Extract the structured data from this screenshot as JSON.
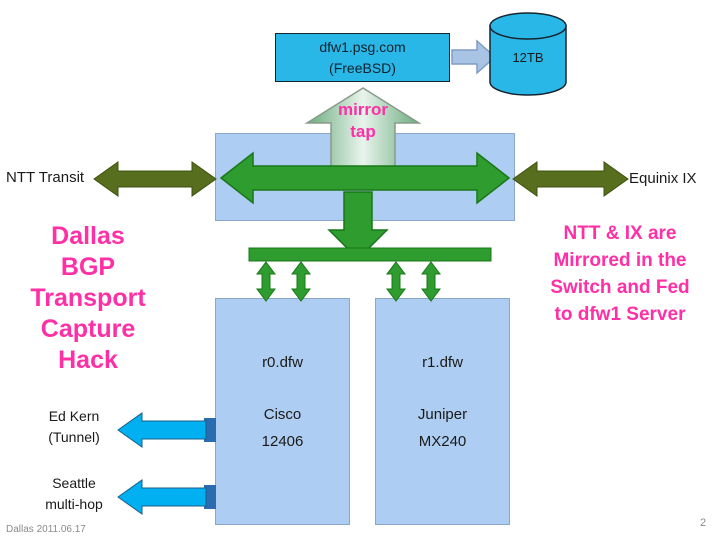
{
  "server": {
    "line1": "dfw1.psg.com",
    "line2": "(FreeBSD)"
  },
  "storage": {
    "label": "12TB"
  },
  "mirror_tap": {
    "line1": "mirror",
    "line2": "tap"
  },
  "links": {
    "left_label": "NTT Transit",
    "right_label": "Equinix IX"
  },
  "title": {
    "lines": [
      "Dallas",
      "BGP",
      "Transport",
      "Capture",
      "Hack"
    ]
  },
  "note": {
    "lines": [
      "NTT & IX are",
      "Mirrored in the",
      "Switch and Fed",
      "to dfw1 Server"
    ]
  },
  "routers": [
    {
      "name": "r0.dfw",
      "vendor": "Cisco",
      "model": "12406"
    },
    {
      "name": "r1.dfw",
      "vendor": "Juniper",
      "model": "MX240"
    }
  ],
  "tunnels": [
    {
      "line1": "Ed Kern",
      "line2": "(Tunnel)"
    },
    {
      "line1": "Seattle",
      "line2": "multi-hop"
    }
  ],
  "footer": {
    "date": "Dallas 2011.06.17",
    "page": "2"
  },
  "colors": {
    "cyan_box": "#29b7e8",
    "light_blue_panel": "#aecdf2",
    "green_arrow": "#2e9c2e",
    "olive_arrow": "#566e1d",
    "cyan_arrow": "#00b0f0",
    "steel_arrow": "#a9c3e4",
    "magenta_text": "#ff2fa6"
  }
}
